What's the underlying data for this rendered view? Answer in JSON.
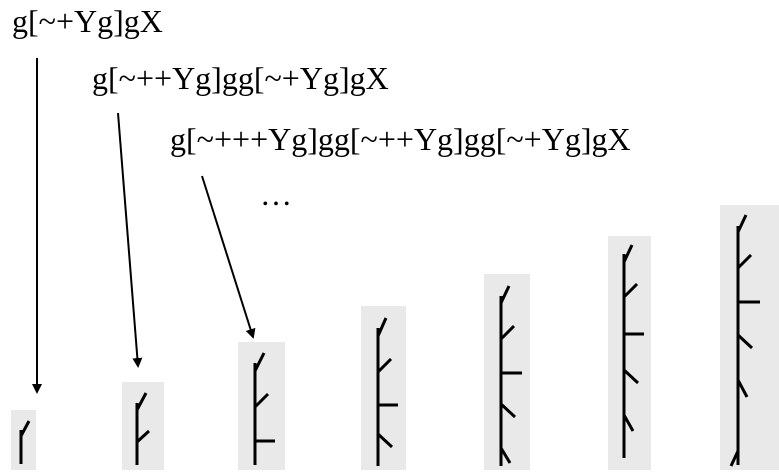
{
  "strings": {
    "gen1": "g[~+Yg]gX",
    "gen2": "g[~++Yg]gg[~+Yg]gX",
    "gen3": "g[~+++Yg]gg[~++Yg]gg[~+Yg]gX",
    "ellipsis": "…"
  },
  "colors": {
    "panel_bg": "#e9e9e9",
    "stroke": "#000000"
  },
  "plants": [
    {
      "generation": 1,
      "side_branches": 0
    },
    {
      "generation": 2,
      "side_branches": 1
    },
    {
      "generation": 3,
      "side_branches": 2
    },
    {
      "generation": 4,
      "side_branches": 3
    },
    {
      "generation": 5,
      "side_branches": 4
    },
    {
      "generation": 6,
      "side_branches": 5
    },
    {
      "generation": 7,
      "side_branches": 6
    }
  ]
}
